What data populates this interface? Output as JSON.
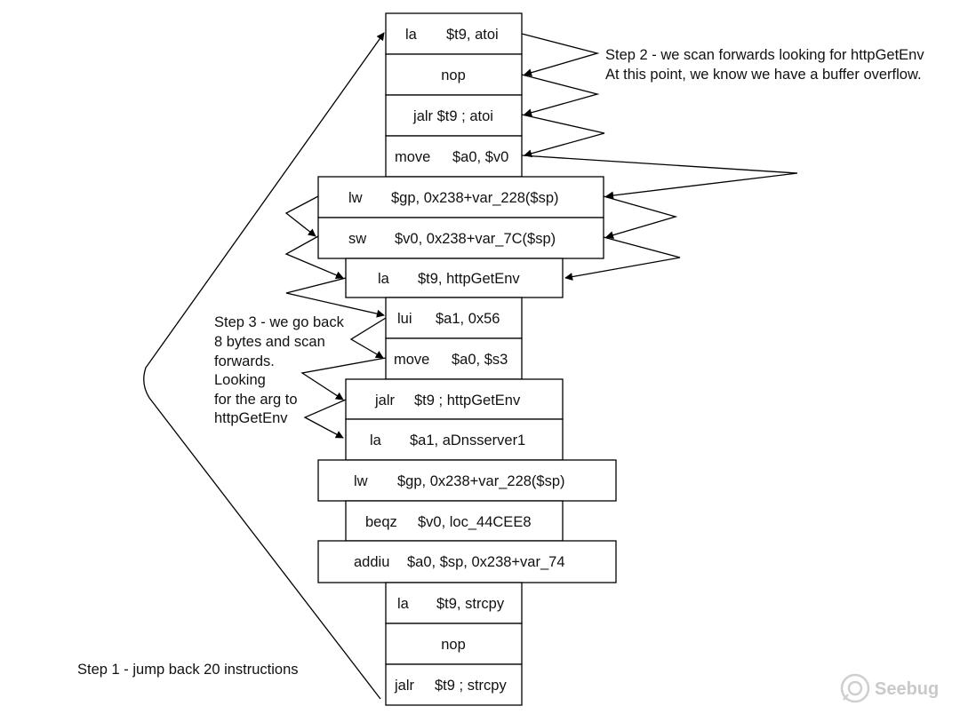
{
  "instructions": [
    {
      "op": "la",
      "args": "$t9, atoi"
    },
    {
      "op": "",
      "args": "nop"
    },
    {
      "op": "",
      "args": "jalr $t9 ; atoi"
    },
    {
      "op": "move",
      "args": "$a0, $v0"
    },
    {
      "op": "lw",
      "args": "$gp, 0x238+var_228($sp)"
    },
    {
      "op": "sw",
      "args": "$v0, 0x238+var_7C($sp)"
    },
    {
      "op": "la",
      "args": "$t9, httpGetEnv"
    },
    {
      "op": "lui",
      "args": "$a1, 0x56"
    },
    {
      "op": "move",
      "args": "$a0, $s3"
    },
    {
      "op": "jalr",
      "args": "$t9 ; httpGetEnv"
    },
    {
      "op": "la",
      "args": "$a1, aDnsserver1"
    },
    {
      "op": "lw",
      "args": "$gp, 0x238+var_228($sp)"
    },
    {
      "op": "beqz",
      "args": "$v0, loc_44CEE8"
    },
    {
      "op": "addiu",
      "args": "$a0, $sp, 0x238+var_74"
    },
    {
      "op": "la",
      "args": "$t9, strcpy"
    },
    {
      "op": "",
      "args": "nop"
    },
    {
      "op": "jalr",
      "args": "$t9 ; strcpy"
    }
  ],
  "annotations": {
    "step1": "Step 1 - jump back 20 instructions",
    "step2": [
      "Step 2 - we scan forwards looking for httpGetEnv",
      "At this point, we know we have a buffer overflow."
    ],
    "step3": [
      "Step 3 - we go back",
      "8 bytes and scan",
      "forwards.",
      "Looking",
      "for the arg to",
      "httpGetEnv"
    ]
  },
  "watermark": {
    "text": "Seebug",
    "icon": "seebug-logo-icon"
  }
}
